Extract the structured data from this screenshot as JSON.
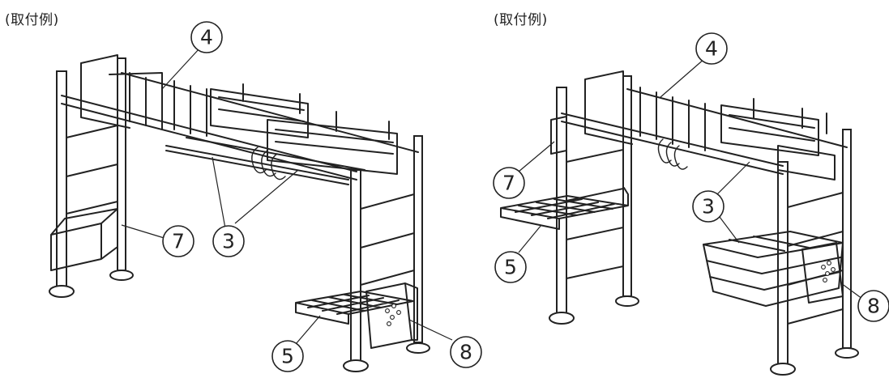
{
  "captions": {
    "left": "(取付例)",
    "right": "(取付例)"
  },
  "callouts": {
    "left": [
      "④",
      "⑦",
      "③",
      "⑤",
      "⑧"
    ],
    "right": [
      "④",
      "⑦",
      "③",
      "⑤",
      "⑧"
    ]
  }
}
